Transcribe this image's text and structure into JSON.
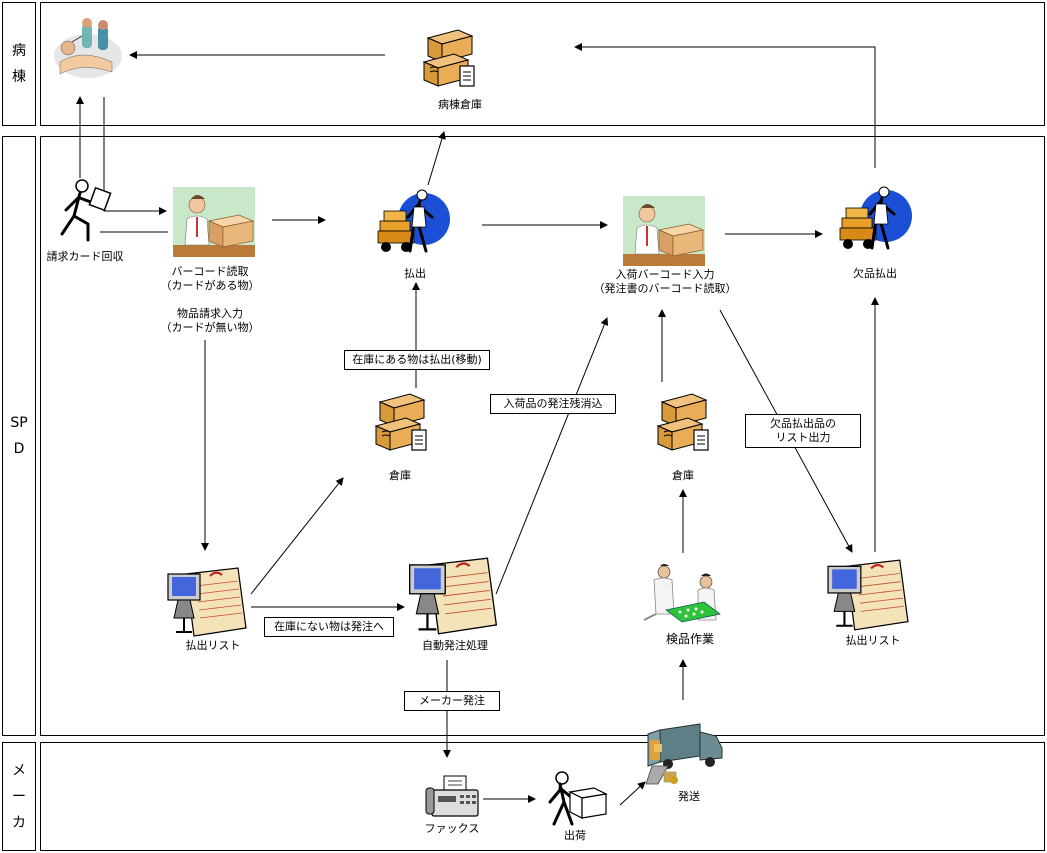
{
  "lanes": {
    "ward": "病棟",
    "spd": "SPD",
    "maker": "メーカ"
  },
  "nodes": {
    "ward_storage": "病棟倉庫",
    "card_collect": "請求カード回収",
    "barcode_read_1": "バーコード読取",
    "barcode_read_2": "（カードがある物）",
    "request_input_1": "物品請求入力",
    "request_input_2": "（カードが無い物）",
    "issue": "払出",
    "arrival_input_1": "入荷バーコード入力",
    "arrival_input_2": "（発注書のバーコード読取）",
    "backorder_issue": "欠品払出",
    "warehouse_1": "倉庫",
    "warehouse_2": "倉庫",
    "issue_list_1": "払出リスト",
    "auto_order": "自動発注処理",
    "inspection": "検品作業",
    "issue_list_2": "払出リスト",
    "fax": "ファックス",
    "shipping": "出荷",
    "dispatch": "発送"
  },
  "flow_labels": {
    "in_stock": "在庫にある物は払出(移動)",
    "clear_backlog": "入荷品の発注残消込",
    "backorder_list_1": "欠品払出品の",
    "backorder_list_2": "リスト出力",
    "not_in_stock": "在庫にない物は発注へ",
    "maker_order": "メーカー発注"
  },
  "icons": {
    "patient": "hospital-bed-icon",
    "storage": "storage-boxes-icon",
    "runner": "running-person-icon",
    "clerk": "clerk-with-boxes-icon",
    "forklift": "worker-handcart-icon",
    "computer": "computer-list-icon",
    "inspector": "inspection-workers-icon",
    "fax": "fax-machine-icon",
    "mover": "person-carrying-box-icon",
    "truck": "delivery-truck-icon"
  }
}
